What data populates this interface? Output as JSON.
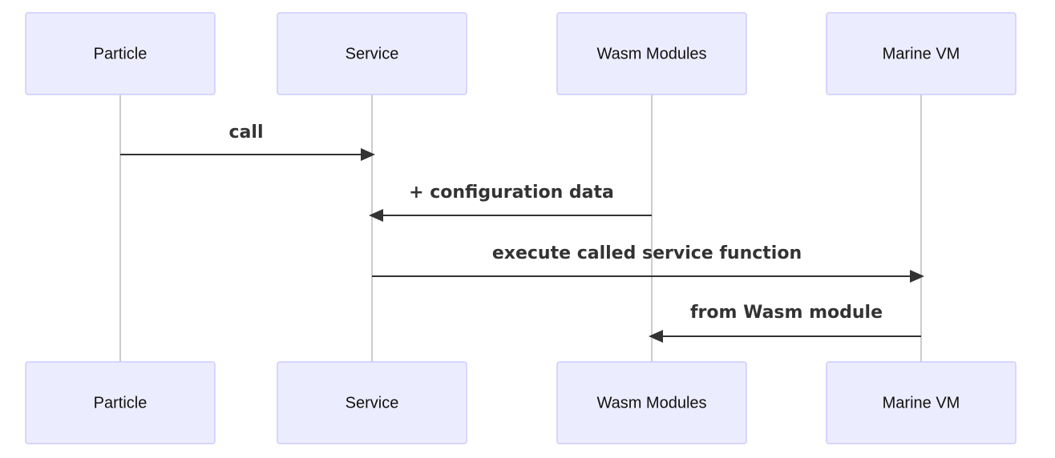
{
  "participants": [
    {
      "id": "particle",
      "label": "Particle"
    },
    {
      "id": "service",
      "label": "Service"
    },
    {
      "id": "wasm_modules",
      "label": "Wasm Modules"
    },
    {
      "id": "marine_vm",
      "label": "Marine VM"
    }
  ],
  "messages": [
    {
      "from": "particle",
      "to": "service",
      "label": "call"
    },
    {
      "from": "wasm_modules",
      "to": "service",
      "label": "+ configuration data"
    },
    {
      "from": "service",
      "to": "marine_vm",
      "label": "execute called service function"
    },
    {
      "from": "marine_vm",
      "to": "wasm_modules",
      "label": "from Wasm module"
    }
  ]
}
